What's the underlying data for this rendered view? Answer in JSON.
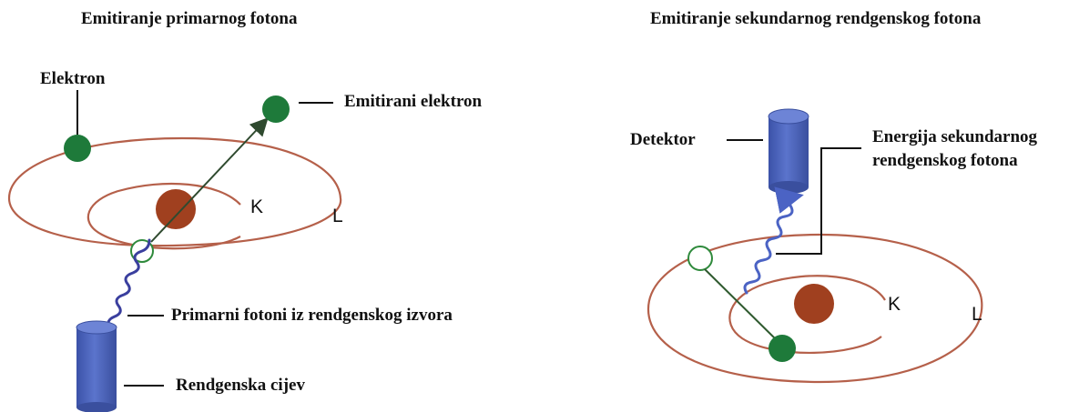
{
  "left_panel": {
    "title": "Emitiranje primarnog fotona",
    "labels": {
      "electron": "Elektron",
      "emitted_electron": "Emitirani elektron",
      "primary_photons": "Primarni fotoni iz rendgenskog izvora",
      "xray_tube": "Rendgenska cijev"
    },
    "shells": {
      "k": "K",
      "l": "L"
    }
  },
  "right_panel": {
    "title": "Emitiranje sekundarnog rendgenskog fotona",
    "labels": {
      "detector": "Detektor",
      "secondary_energy_line1": "Energija sekundarnog",
      "secondary_energy_line2": "rendgenskog fotona"
    },
    "shells": {
      "k": "K",
      "l": "L"
    }
  },
  "colors": {
    "orbit": "#b5604a",
    "nucleus": "#a0401f",
    "electron": "#1e7a3a",
    "vacancy": "#2f8a3c",
    "cylinder": "#4a62b8",
    "photon_wave": "#3a3f9e",
    "secondary_wave": "#4b63c4",
    "arrow": "#2f4a2f"
  }
}
